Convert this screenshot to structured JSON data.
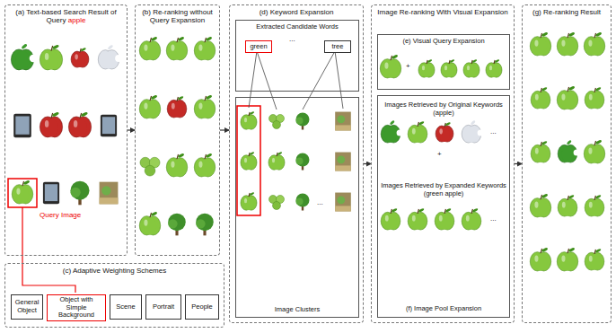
{
  "diagram": {
    "nodes": [
      {
        "text": [
          "(a) Text-based Search Result of Query",
          "apple"
        ]
      },
      {
        "text": [
          "(b) Re-ranking without Query Expansion"
        ]
      },
      {
        "text": [
          "(c) Adaptive Weighting Schemes"
        ]
      },
      {
        "text": [
          "General Object"
        ],
        "in": 2
      },
      {
        "text": [
          "Object with Simple Background"
        ],
        "in": 2
      },
      {
        "text": [
          "Scene"
        ],
        "in": 2
      },
      {
        "text": [
          "Portrait"
        ],
        "in": 2
      },
      {
        "text": [
          "People"
        ],
        "in": 2
      },
      {
        "text": [
          "(d) Keyword Expansion"
        ]
      },
      {
        "text": [
          "Extracted Candidate Words"
        ],
        "in": 8
      },
      {
        "text": [
          "green"
        ],
        "in": 9
      },
      {
        "text": [
          "tree"
        ],
        "in": 9
      },
      {
        "text": [
          "Image Clusters"
        ],
        "in": 8
      },
      {
        "text": [
          "Image Re-ranking With Visual Expansion"
        ]
      },
      {
        "text": [
          "(e) Visual Query Expansion"
        ],
        "in": 13
      },
      {
        "text": [
          "Images Retrieved by Original Keywords (apple)",
          "Images Retrieved by Expanded Keywords (green apple)",
          "(f) Image Pool Expansion"
        ],
        "in": 13
      },
      {
        "text": [
          "(g) Re-ranking Result"
        ]
      }
    ],
    "edges": [
      {
        "from": 0,
        "to": 1,
        "arrow": "to"
      },
      {
        "from": 1,
        "to": 8,
        "arrow": "to"
      },
      {
        "from": 8,
        "to": 13,
        "arrow": "to"
      },
      {
        "from": 13,
        "to": 16,
        "arrow": "to"
      }
    ],
    "labels": [
      "Query Image",
      "...",
      "...",
      "+",
      "+",
      "...",
      "..."
    ]
  }
}
